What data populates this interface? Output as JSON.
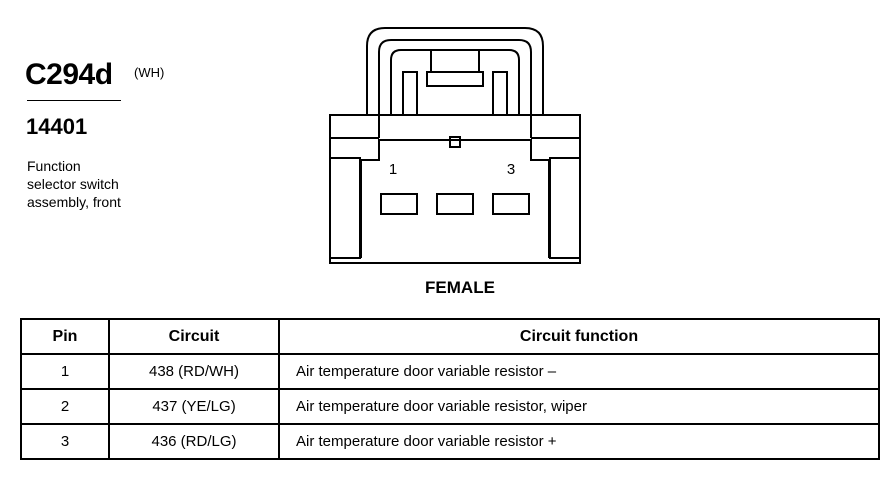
{
  "connector": {
    "id": "C294d",
    "color": "(WH)",
    "part_number": "14401",
    "description_lines": [
      "Function",
      "selector switch",
      "assembly, front"
    ],
    "gender": "FEMALE",
    "pin_labels": [
      "1",
      "3"
    ]
  },
  "table": {
    "headers": {
      "pin": "Pin",
      "circuit": "Circuit",
      "function": "Circuit function"
    },
    "rows": [
      {
        "pin": "1",
        "circuit": "438 (RD/WH)",
        "function": "Air temperature door variable resistor –"
      },
      {
        "pin": "2",
        "circuit": "437 (YE/LG)",
        "function": "Air temperature door variable resistor, wiper"
      },
      {
        "pin": "3",
        "circuit": "436 (RD/LG)",
        "function": "Air temperature door variable resistor +"
      }
    ]
  }
}
